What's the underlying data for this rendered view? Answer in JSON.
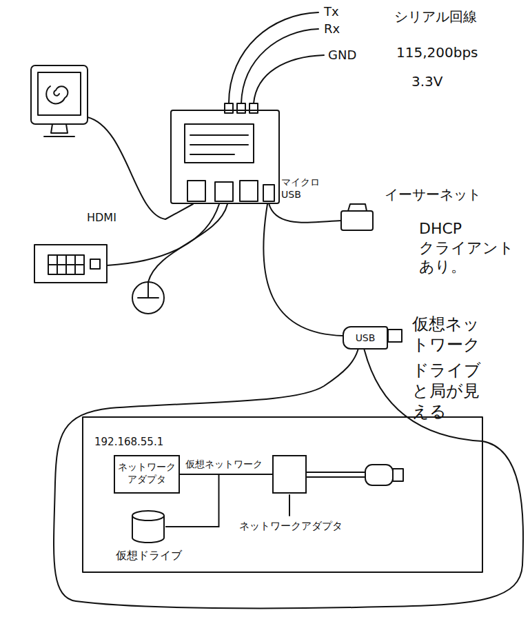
{
  "diagram": {
    "nodes": [
      {
        "text": [
          "USB"
        ]
      },
      {
        "text": [
          "192.168.55.1",
          "ネットワークアダプタ"
        ]
      },
      {
        "text": [
          "仮想ドライブ"
        ]
      },
      {
        "text": [
          "ネットワークアダプタ"
        ]
      }
    ],
    "edges": [
      {
        "from": 1,
        "to": 3,
        "label": "仮想ネットワーク",
        "arrow": "none"
      },
      {
        "from": 2,
        "to": 3,
        "arrow": "none"
      }
    ],
    "labels": [
      "Tx",
      "Rx",
      "GND",
      "シリアル回線",
      "115,200bps",
      "3.3V",
      "HDMI",
      "マイクロ USB",
      "イーサーネット",
      "DHCP クライアント あり。",
      "仮想ネットワーク",
      "ドライブと局が見える"
    ]
  }
}
